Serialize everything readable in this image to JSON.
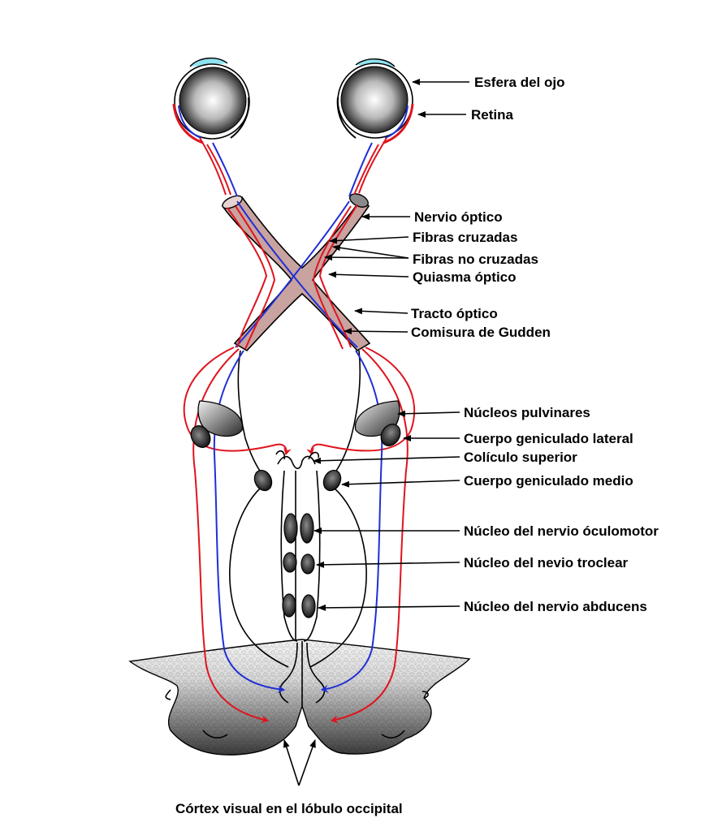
{
  "labels": {
    "eyeball": "Esfera del ojo",
    "retina": "Retina",
    "optic_nerve": "Nervio óptico",
    "crossed_fibers": "Fibras cruzadas",
    "uncrossed_fibers": "Fibras no cruzadas",
    "optic_chiasm": "Quiasma óptico",
    "optic_tract": "Tracto óptico",
    "gudden_commissure": "Comisura de Gudden",
    "pulvinar_nuclei": "Núcleos pulvinares",
    "lateral_geniculate": "Cuerpo geniculado lateral",
    "superior_colliculus": "Colículo superior",
    "medial_geniculate": "Cuerpo geniculado medio",
    "oculomotor_nucleus": "Núcleo del nervio óculomotor",
    "trochlear_nucleus": "Núcleo del nevio troclear",
    "abducens_nucleus": "Núcleo del nervio abducens",
    "visual_cortex": "Córtex visual en el lóbulo occipital"
  },
  "colors": {
    "crossed_pathway": "#1f2fd6",
    "uncrossed_pathway": "#e0141e",
    "chiasm_fill": "#c9a3a0",
    "cornea": "#8fe3ef"
  }
}
